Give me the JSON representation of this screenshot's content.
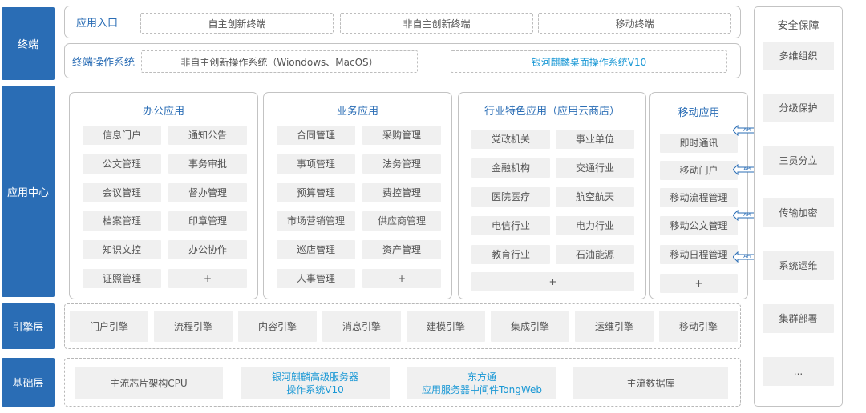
{
  "layers": {
    "terminal": "终端",
    "app_center": "应用中心",
    "engine": "引擎层",
    "base": "基础层"
  },
  "terminal_entry": {
    "title": "应用入口",
    "items": [
      "自主创新终端",
      "非自主创新终端",
      "移动终端"
    ]
  },
  "terminal_os": {
    "title": "终端操作系统",
    "items": [
      "非自主创新操作系统（Wiondows、MacOS）",
      "银河麒麟桌面操作系统V10"
    ]
  },
  "office_apps": {
    "title": "办公应用",
    "items": [
      "信息门户",
      "通知公告",
      "公文管理",
      "事务审批",
      "会议管理",
      "督办管理",
      "档案管理",
      "印章管理",
      "知识文控",
      "办公协作",
      "证照管理",
      "+"
    ]
  },
  "business_apps": {
    "title": "业务应用",
    "items": [
      "合同管理",
      "采购管理",
      "事项管理",
      "法务管理",
      "预算管理",
      "费控管理",
      "市场营销管理",
      "供应商管理",
      "巡店管理",
      "资产管理",
      "人事管理",
      "+"
    ]
  },
  "industry_apps": {
    "title": "行业特色应用（应用云商店）",
    "items": [
      "党政机关",
      "事业单位",
      "金融机构",
      "交通行业",
      "医院医疗",
      "航空航天",
      "电信行业",
      "电力行业",
      "教育行业",
      "石油能源"
    ],
    "plus": "+"
  },
  "mobile_apps": {
    "title": "移动应用",
    "items": [
      "即时通讯",
      "移动门户",
      "移动流程管理",
      "移动公文管理",
      "移动日程管理",
      "+"
    ]
  },
  "api_label": "API",
  "engines": [
    "门户引擎",
    "流程引擎",
    "内容引擎",
    "消息引擎",
    "建模引擎",
    "集成引擎",
    "运维引擎",
    "移动引擎"
  ],
  "base_items": {
    "cpu": "主流芯片架构CPU",
    "server_os_line1": "银河麒麟高级服务器",
    "server_os_line2": "操作系统V10",
    "middleware_line1": "东方通",
    "middleware_line2": "应用服务器中间件TongWeb",
    "db": "主流数据库"
  },
  "security": {
    "title": "安全保障",
    "items": [
      "多维组织",
      "分级保护",
      "三员分立",
      "传输加密",
      "系统运维",
      "集群部署",
      "..."
    ]
  },
  "colors": {
    "primary": "#2a6db5",
    "accent": "#1a98d5",
    "cell_bg": "#f0f0f0"
  }
}
